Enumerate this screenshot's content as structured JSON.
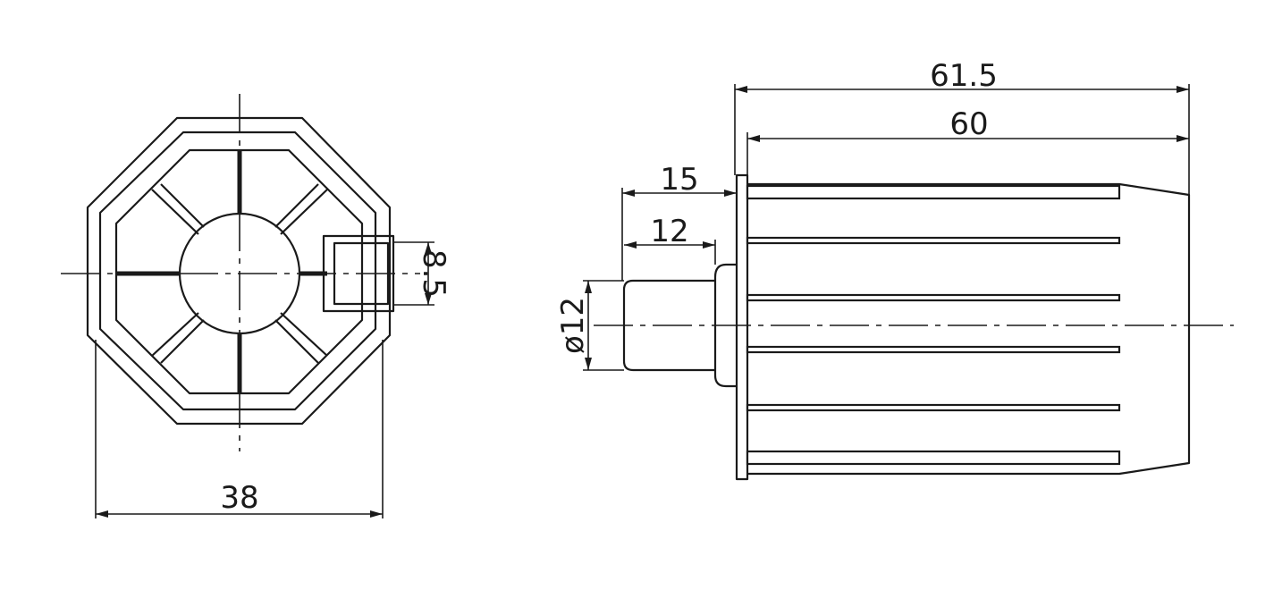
{
  "dimensions": {
    "width_front": "38",
    "key_width": "8.5",
    "total_length": "61.5",
    "body_length": "60",
    "shaft_length_outer": "15",
    "shaft_length_inner": "12",
    "shaft_diameter": "ø12"
  }
}
